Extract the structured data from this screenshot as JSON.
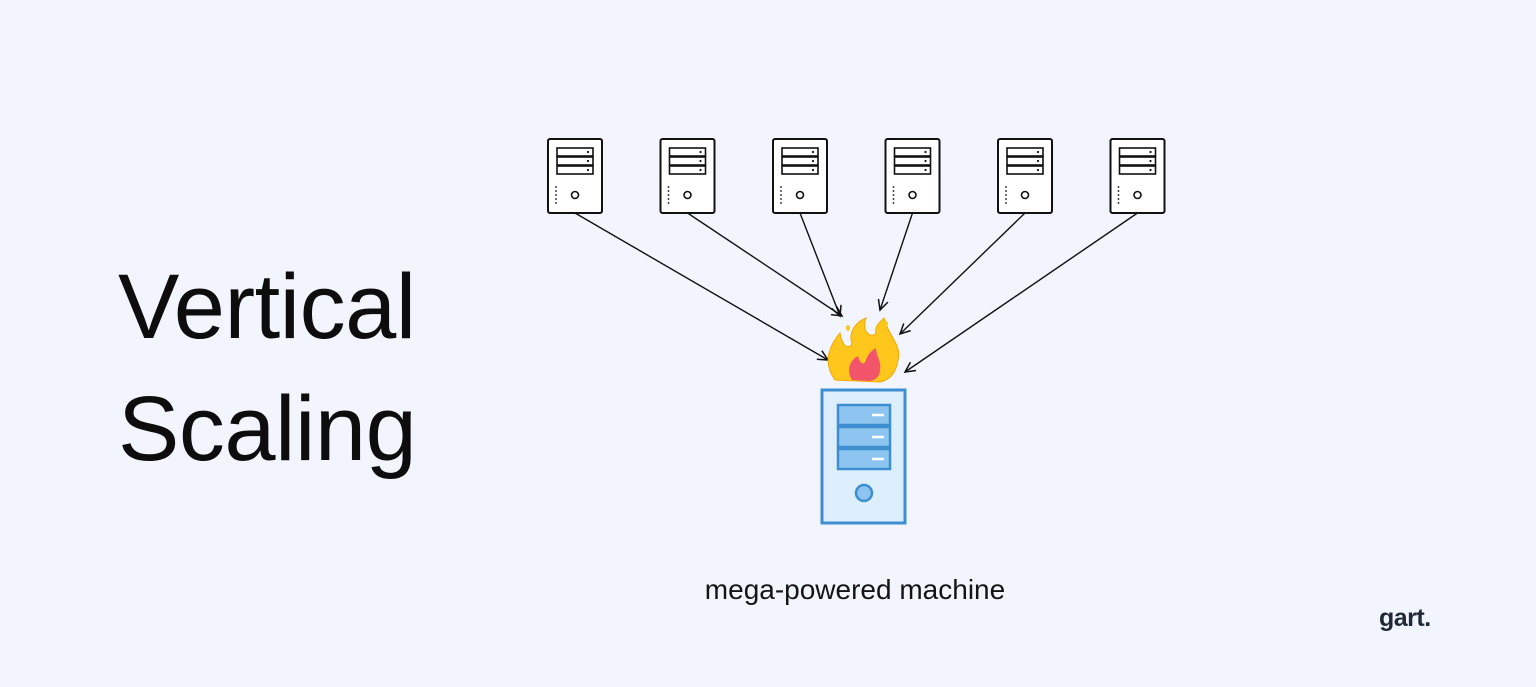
{
  "title": {
    "line1": "Vertical",
    "line2": "Scaling"
  },
  "diagram": {
    "source_nodes": [
      {
        "icon": "server-icon"
      },
      {
        "icon": "server-icon"
      },
      {
        "icon": "server-icon"
      },
      {
        "icon": "server-icon"
      },
      {
        "icon": "server-icon"
      },
      {
        "icon": "server-icon"
      }
    ],
    "target_node": {
      "icon": "large-server-icon",
      "overlay_icon": "fire-icon",
      "label": "mega-powered machine"
    }
  },
  "brand": {
    "logo_text": "gart."
  },
  "colors": {
    "background": "#f2f5fe",
    "outline": "#111111",
    "server_fill": "#ddeefc",
    "server_stroke": "#3d8fd1",
    "flame_outer": "#ffc71c",
    "flame_inner": "#f2546a"
  }
}
